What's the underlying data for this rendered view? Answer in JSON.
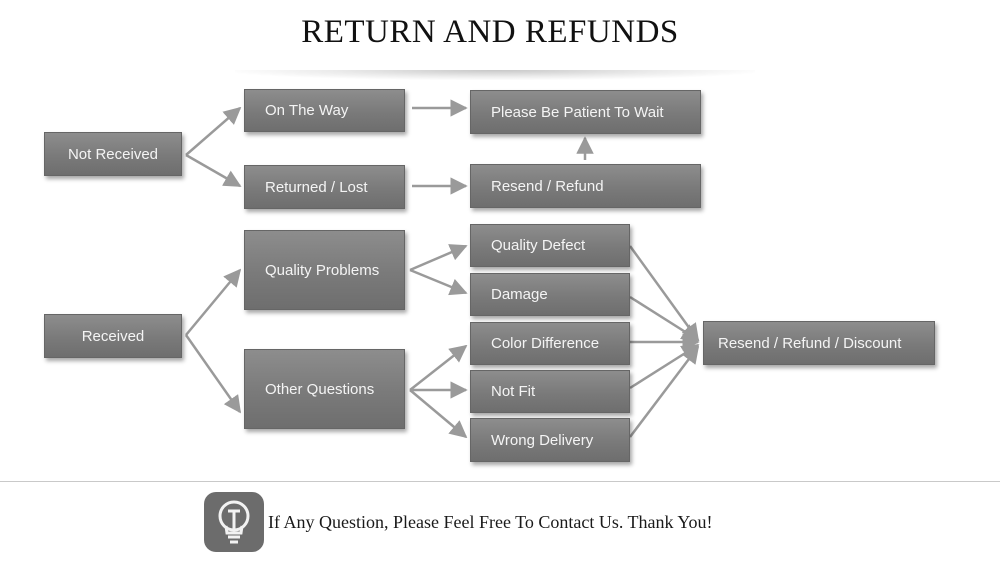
{
  "title": "RETURN AND REFUNDS",
  "nodes": {
    "not_received": "Not Received",
    "on_the_way": "On The Way",
    "returned_lost": "Returned / Lost",
    "please_wait": "Please Be Patient To Wait",
    "resend_refund": "Resend / Refund",
    "received": "Received",
    "quality_problems": "Quality Problems",
    "other_questions": "Other Questions",
    "quality_defect": "Quality Defect",
    "damage": "Damage",
    "color_difference": "Color Difference",
    "not_fit": "Not Fit",
    "wrong_delivery": "Wrong Delivery",
    "resend_refund_discount": "Resend / Refund / Discount"
  },
  "footer": {
    "icon": "lightbulb-icon",
    "text": "If Any Question, Please Feel Free To Contact Us. Thank You!"
  },
  "colors": {
    "box": "#7c7c7c",
    "arrow": "#9a9a9a",
    "text": "#f4f4f4"
  }
}
